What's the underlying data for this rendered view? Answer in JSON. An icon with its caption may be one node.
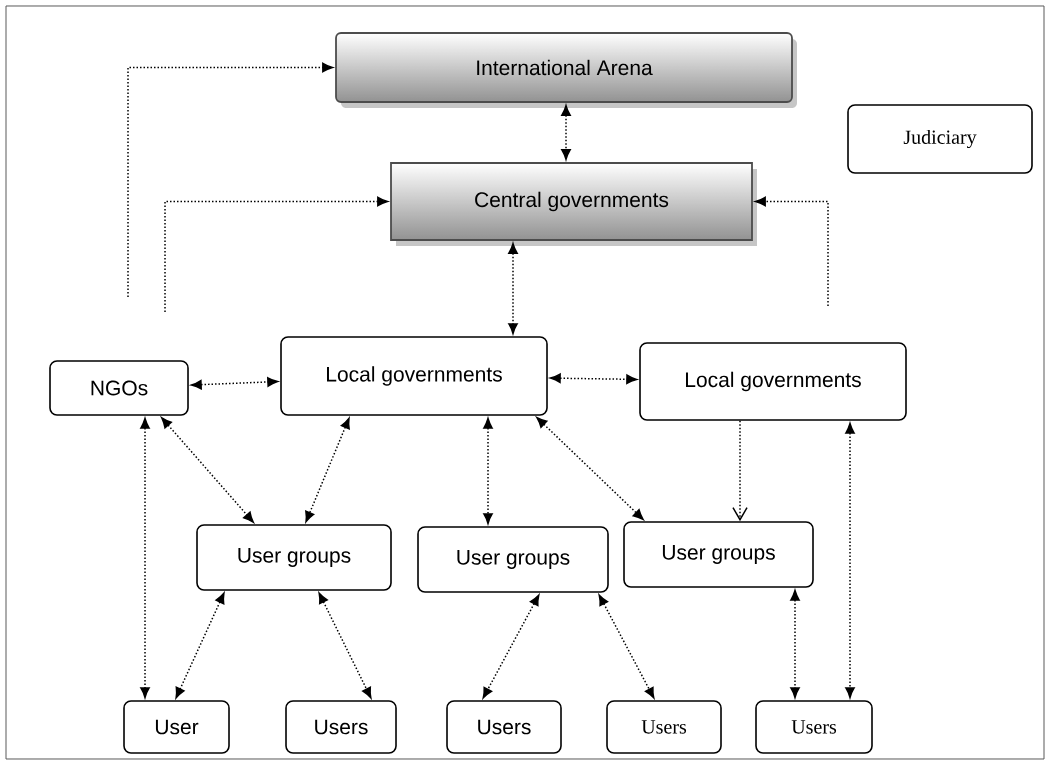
{
  "diagram": {
    "nodes": [
      {
        "text": [
          "International Arena"
        ]
      },
      {
        "text": [
          "Judiciary"
        ]
      },
      {
        "text": [
          "Central governments"
        ]
      },
      {
        "text": [
          "NGOs"
        ]
      },
      {
        "text": [
          "Local governments"
        ]
      },
      {
        "text": [
          "Local governments"
        ]
      },
      {
        "text": [
          "User groups"
        ]
      },
      {
        "text": [
          "User groups"
        ]
      },
      {
        "text": [
          "User groups"
        ]
      },
      {
        "text": [
          "User"
        ]
      },
      {
        "text": [
          "Users"
        ]
      },
      {
        "text": [
          "Users"
        ]
      },
      {
        "text": [
          "Users"
        ]
      },
      {
        "text": [
          "Users"
        ]
      }
    ],
    "edges": [
      {
        "from": 0,
        "to": 2,
        "arrow": "both"
      },
      {
        "from": null,
        "to": 0,
        "arrow": "to"
      },
      {
        "from": null,
        "to": 2,
        "arrow": "to"
      },
      {
        "from": null,
        "to": 2,
        "arrow": "to"
      },
      {
        "from": 2,
        "to": 4,
        "arrow": "both"
      },
      {
        "from": 3,
        "to": 4,
        "arrow": "both"
      },
      {
        "from": 4,
        "to": 5,
        "arrow": "both"
      },
      {
        "from": 3,
        "to": 6,
        "arrow": "both"
      },
      {
        "from": 4,
        "to": 6,
        "arrow": "both"
      },
      {
        "from": 4,
        "to": 7,
        "arrow": "both"
      },
      {
        "from": 4,
        "to": 8,
        "arrow": "both"
      },
      {
        "from": 5,
        "to": 8,
        "arrow": "to"
      },
      {
        "from": 5,
        "to": 13,
        "arrow": "both"
      },
      {
        "from": 3,
        "to": 9,
        "arrow": "both"
      },
      {
        "from": 6,
        "to": 9,
        "arrow": "both"
      },
      {
        "from": 6,
        "to": 10,
        "arrow": "both"
      },
      {
        "from": 7,
        "to": 11,
        "arrow": "both"
      },
      {
        "from": 7,
        "to": 12,
        "arrow": "both"
      },
      {
        "from": 8,
        "to": 13,
        "arrow": "both"
      }
    ]
  }
}
